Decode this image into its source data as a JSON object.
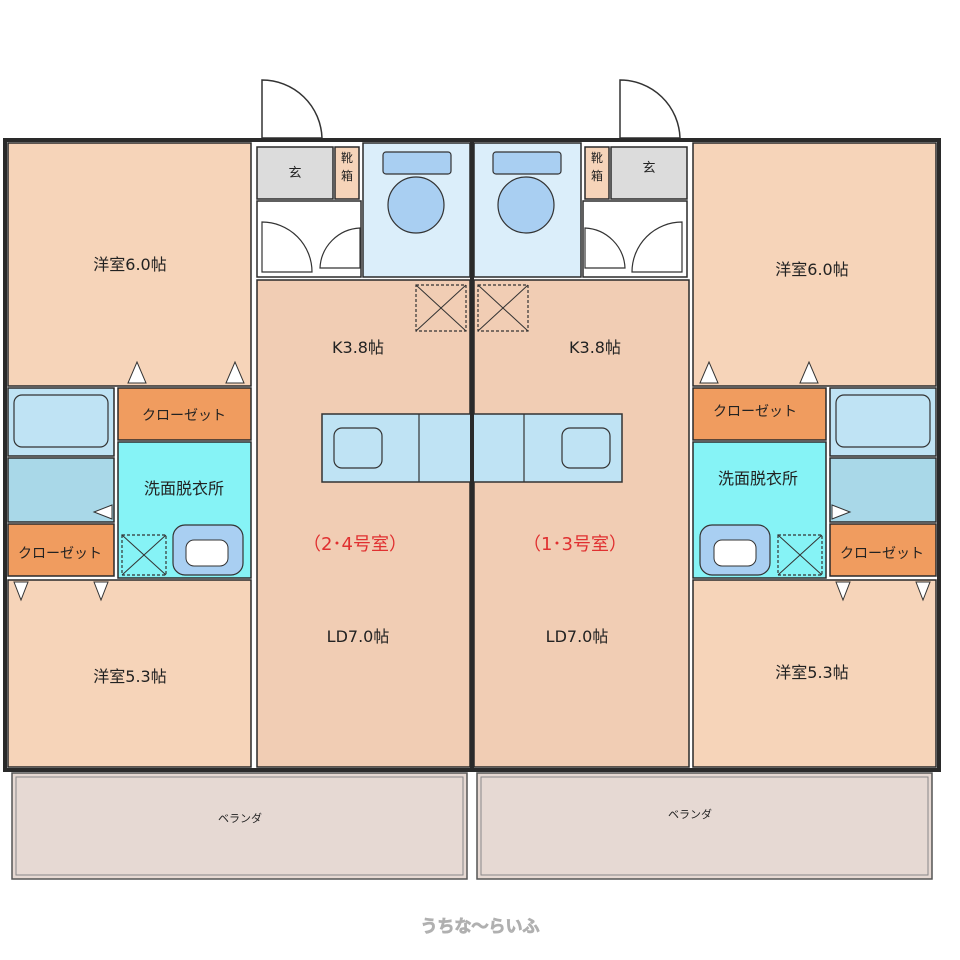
{
  "colors": {
    "room": "#f6d4b9",
    "ldk": "#f1cdb4",
    "closet": "#f09c5f",
    "washroom": "#86f3f6",
    "toilet": "#dbeefa",
    "bath": "#bfe3f4",
    "kitchen_counter": "#bfe3f4",
    "entrance": "#dcdcdc",
    "balcony": "#e6d9d3",
    "wall": "#2a2a2a",
    "unit_label": "#e03030"
  },
  "units": {
    "left": {
      "unit_label": "（2･4号室）",
      "western_room_top": "洋室6.0帖",
      "western_room_bottom": "洋室5.3帖",
      "kitchen": "K3.8帖",
      "living_dining": "LD7.0帖",
      "closet_upper": "クローゼット",
      "closet_lower": "クローゼット",
      "washroom": "洗面脱衣所",
      "entrance": "玄",
      "shoe_box": "靴箱",
      "balcony": "ベランダ"
    },
    "right": {
      "unit_label": "（1･3号室）",
      "western_room_top": "洋室6.0帖",
      "western_room_bottom": "洋室5.3帖",
      "kitchen": "K3.8帖",
      "living_dining": "LD7.0帖",
      "closet_upper": "クローゼット",
      "closet_lower": "クローゼット",
      "washroom": "洗面脱衣所",
      "entrance": "玄",
      "shoe_box": "靴箱",
      "balcony": "ベランダ"
    }
  },
  "watermark": "うちな〜らいふ"
}
